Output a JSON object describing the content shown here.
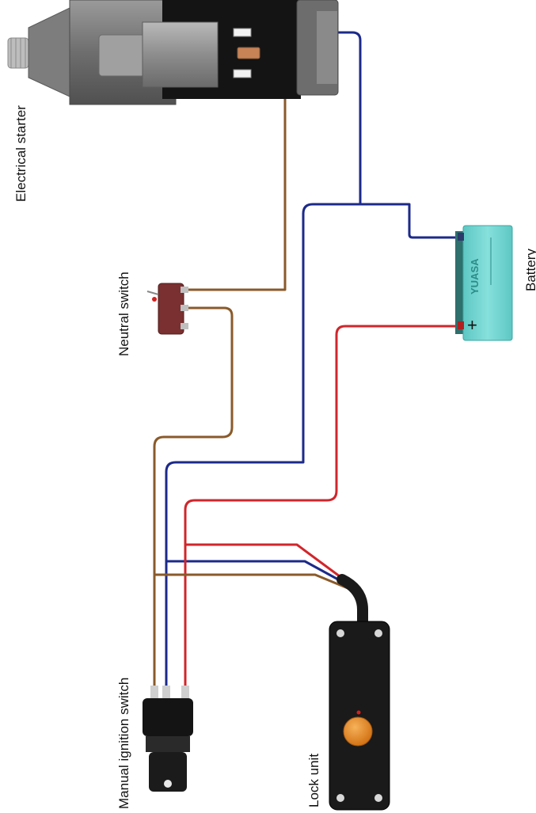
{
  "labels": {
    "starter": "Electrical starter",
    "neutral": "Neutral switch",
    "battery": "Battery",
    "ignition": "Manual ignition switch",
    "lock": "Lock unit"
  },
  "battery_brand": "YUASA",
  "battery_plus": "+",
  "colors": {
    "wire_blue": "#1c2a8a",
    "wire_red": "#d0262b",
    "wire_brown": "#8a5a2a",
    "battery_body": "#6fd3cf",
    "switch_body": "#7a3030",
    "lock_button": "#e58a1f"
  }
}
